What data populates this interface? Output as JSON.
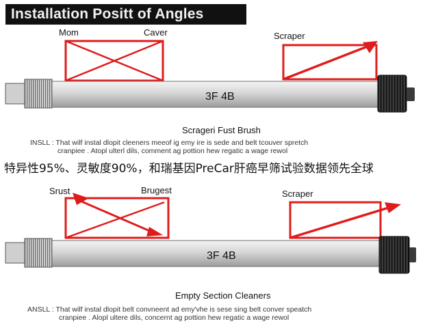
{
  "title": "Installation Positt of Angles",
  "caption": "特异性95%、灵敏度90%，和瑞基因PreCar肝癌早筛试验数据领先全球",
  "colors": {
    "accent_red": "#e01b1b",
    "shaft_light": "#e6e6e6",
    "shaft_mid": "#c2c2c2",
    "shaft_dark": "#8f8f8f",
    "end_cap": "#2b2b2b",
    "title_bg": "#111111"
  },
  "panels": [
    {
      "left_label_1": "Mom",
      "left_label_2": "Caver",
      "right_label": "Scraper",
      "shaft_label": "3F 4B",
      "bottom_label": "Scrageri Fust Brush",
      "note_line_1": "INSLL : That wilf instal dlopit cleeners meeof ig emy ire is sede and belt tcouver spretch",
      "note_line_2": "cranpiee . Atopl ulterl dils, comment ag pottion hew regatic a wage rewol"
    },
    {
      "left_label_1": "Srust",
      "left_label_2": "Brugest",
      "right_label": "Scraper",
      "shaft_label": "3F 4B",
      "bottom_label": "Empty Section Cleaners",
      "note_line_1": "ANSLL : That wilf instal dlopit belt convneent ad emy'vhe is sese sing belt conver speatch",
      "note_line_2": "cranpiee . Alopl ultere dils, concernt ag pottion hew regatic a wage rewol"
    }
  ]
}
